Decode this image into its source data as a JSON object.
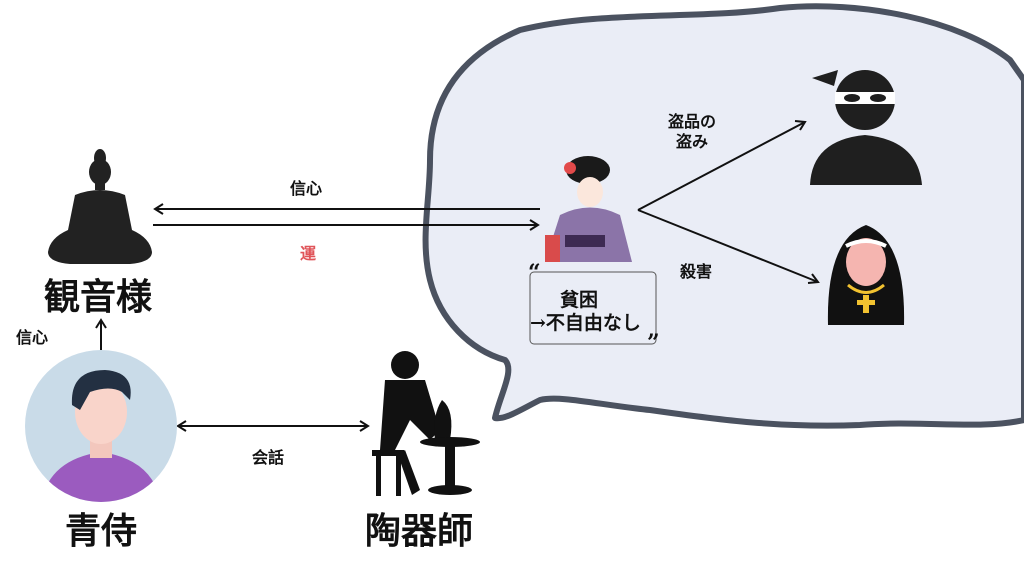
{
  "nodes": {
    "kannon": "観音様",
    "samurai": "青侍",
    "potter": "陶器師"
  },
  "edges": {
    "faith_top": "信心",
    "luck": "運",
    "faith_left": "信心",
    "conversation": "会話",
    "stolen_goods": "盗品の\n盗み",
    "stolen_line1": "盗品の",
    "stolen_line2": "盗み",
    "murder": "殺害"
  },
  "quote": {
    "line1": "貧困",
    "line2": "→不自由なし",
    "open_mark": "“",
    "close_mark": "”"
  },
  "colors": {
    "bubble_fill": "#eaedf6",
    "bubble_stroke": "#4b5260",
    "luck_text": "#e0555a",
    "avatar_bg": "#c9dbe8",
    "avatar_shirt": "#9b5bbf"
  }
}
